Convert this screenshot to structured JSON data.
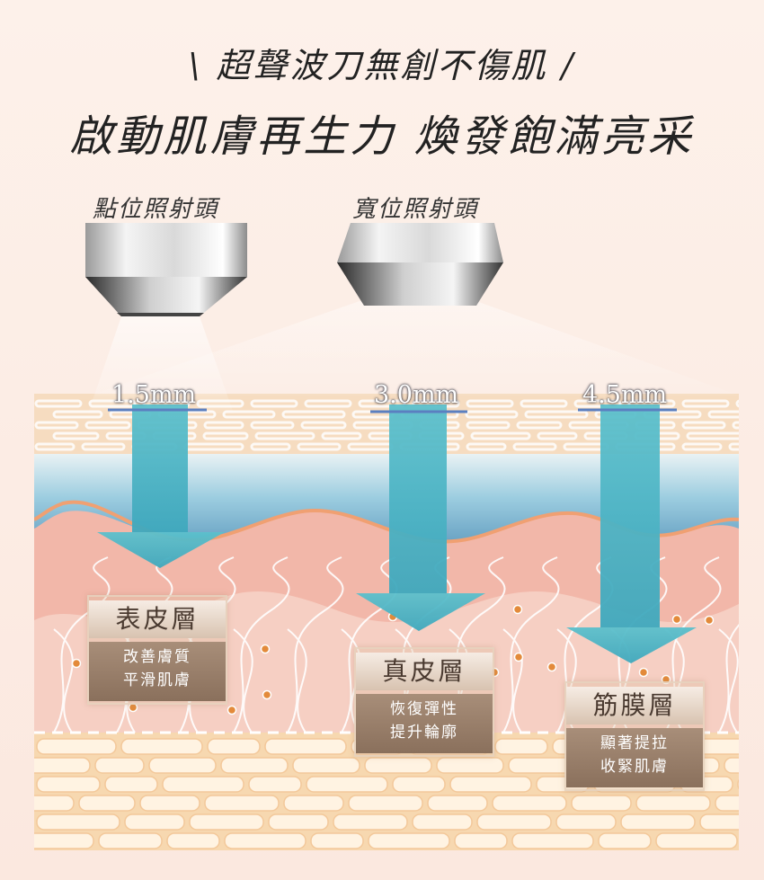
{
  "title": {
    "line1": "\\ 超聲波刀無創不傷肌 /",
    "line2": "啟動肌膚再生力  煥發飽滿亮采"
  },
  "heads": [
    {
      "label": "點位照射頭"
    },
    {
      "label": "寬位照射頭"
    }
  ],
  "depths": [
    "1.5mm",
    "3.0mm",
    "4.5mm"
  ],
  "layers": [
    {
      "name": "表皮層",
      "desc": "改善膚質\n平滑肌膚"
    },
    {
      "name": "真皮層",
      "desc": "恢復彈性\n提升輪廓"
    },
    {
      "name": "筋膜層",
      "desc": "顯著提拉\n收緊肌膚"
    }
  ],
  "colors": {
    "arrow": "#5fbfcc",
    "epidermis": "#f3b9ad",
    "fat": "#f0cfa3",
    "water": "#7fb6d0"
  }
}
